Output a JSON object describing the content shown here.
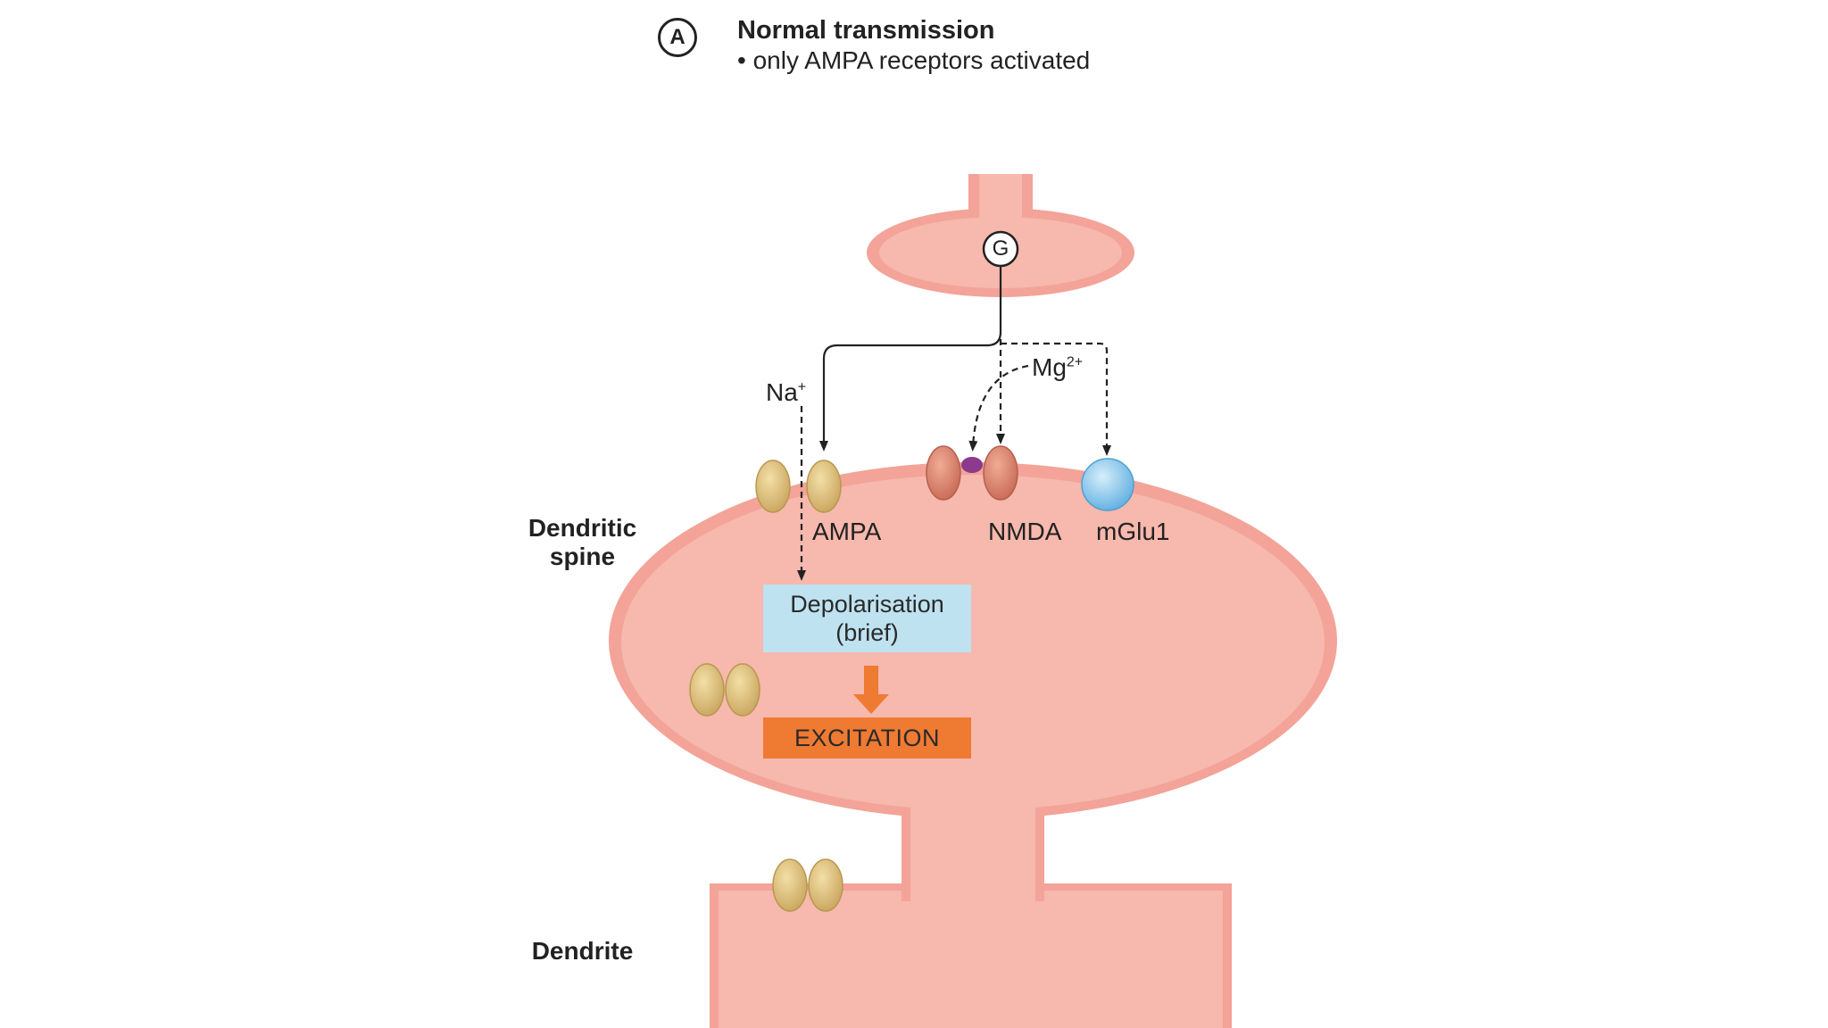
{
  "header": {
    "panel_letter": "A",
    "title": "Normal transmission",
    "subtitle": "• only AMPA receptors activated"
  },
  "terminal": {
    "glutamate_label": "G"
  },
  "ions": {
    "sodium": "Na",
    "sodium_charge": "+",
    "magnesium": "Mg",
    "magnesium_charge": "2+"
  },
  "receptors": {
    "ampa": "AMPA",
    "nmda": "NMDA",
    "mglu1": "mGlu1"
  },
  "regions": {
    "spine_line1": "Dendritic",
    "spine_line2": "spine",
    "dendrite": "Dendrite"
  },
  "boxes": {
    "depolarisation_line1": "Depolarisation",
    "depolarisation_line2": "(brief)",
    "excitation": "EXCITATION"
  },
  "colors": {
    "membrane": "#f7b8ad",
    "membrane_rim": "#f3a398",
    "ampa": "#d7b976",
    "nmda": "#d9836f",
    "mglu1": "#7fc3ea",
    "mg_ion": "#8b3a8c",
    "depolarisation_box": "#bfe2f0",
    "excitation_box": "#ef7a32",
    "arrow_orange": "#ef7a32"
  }
}
